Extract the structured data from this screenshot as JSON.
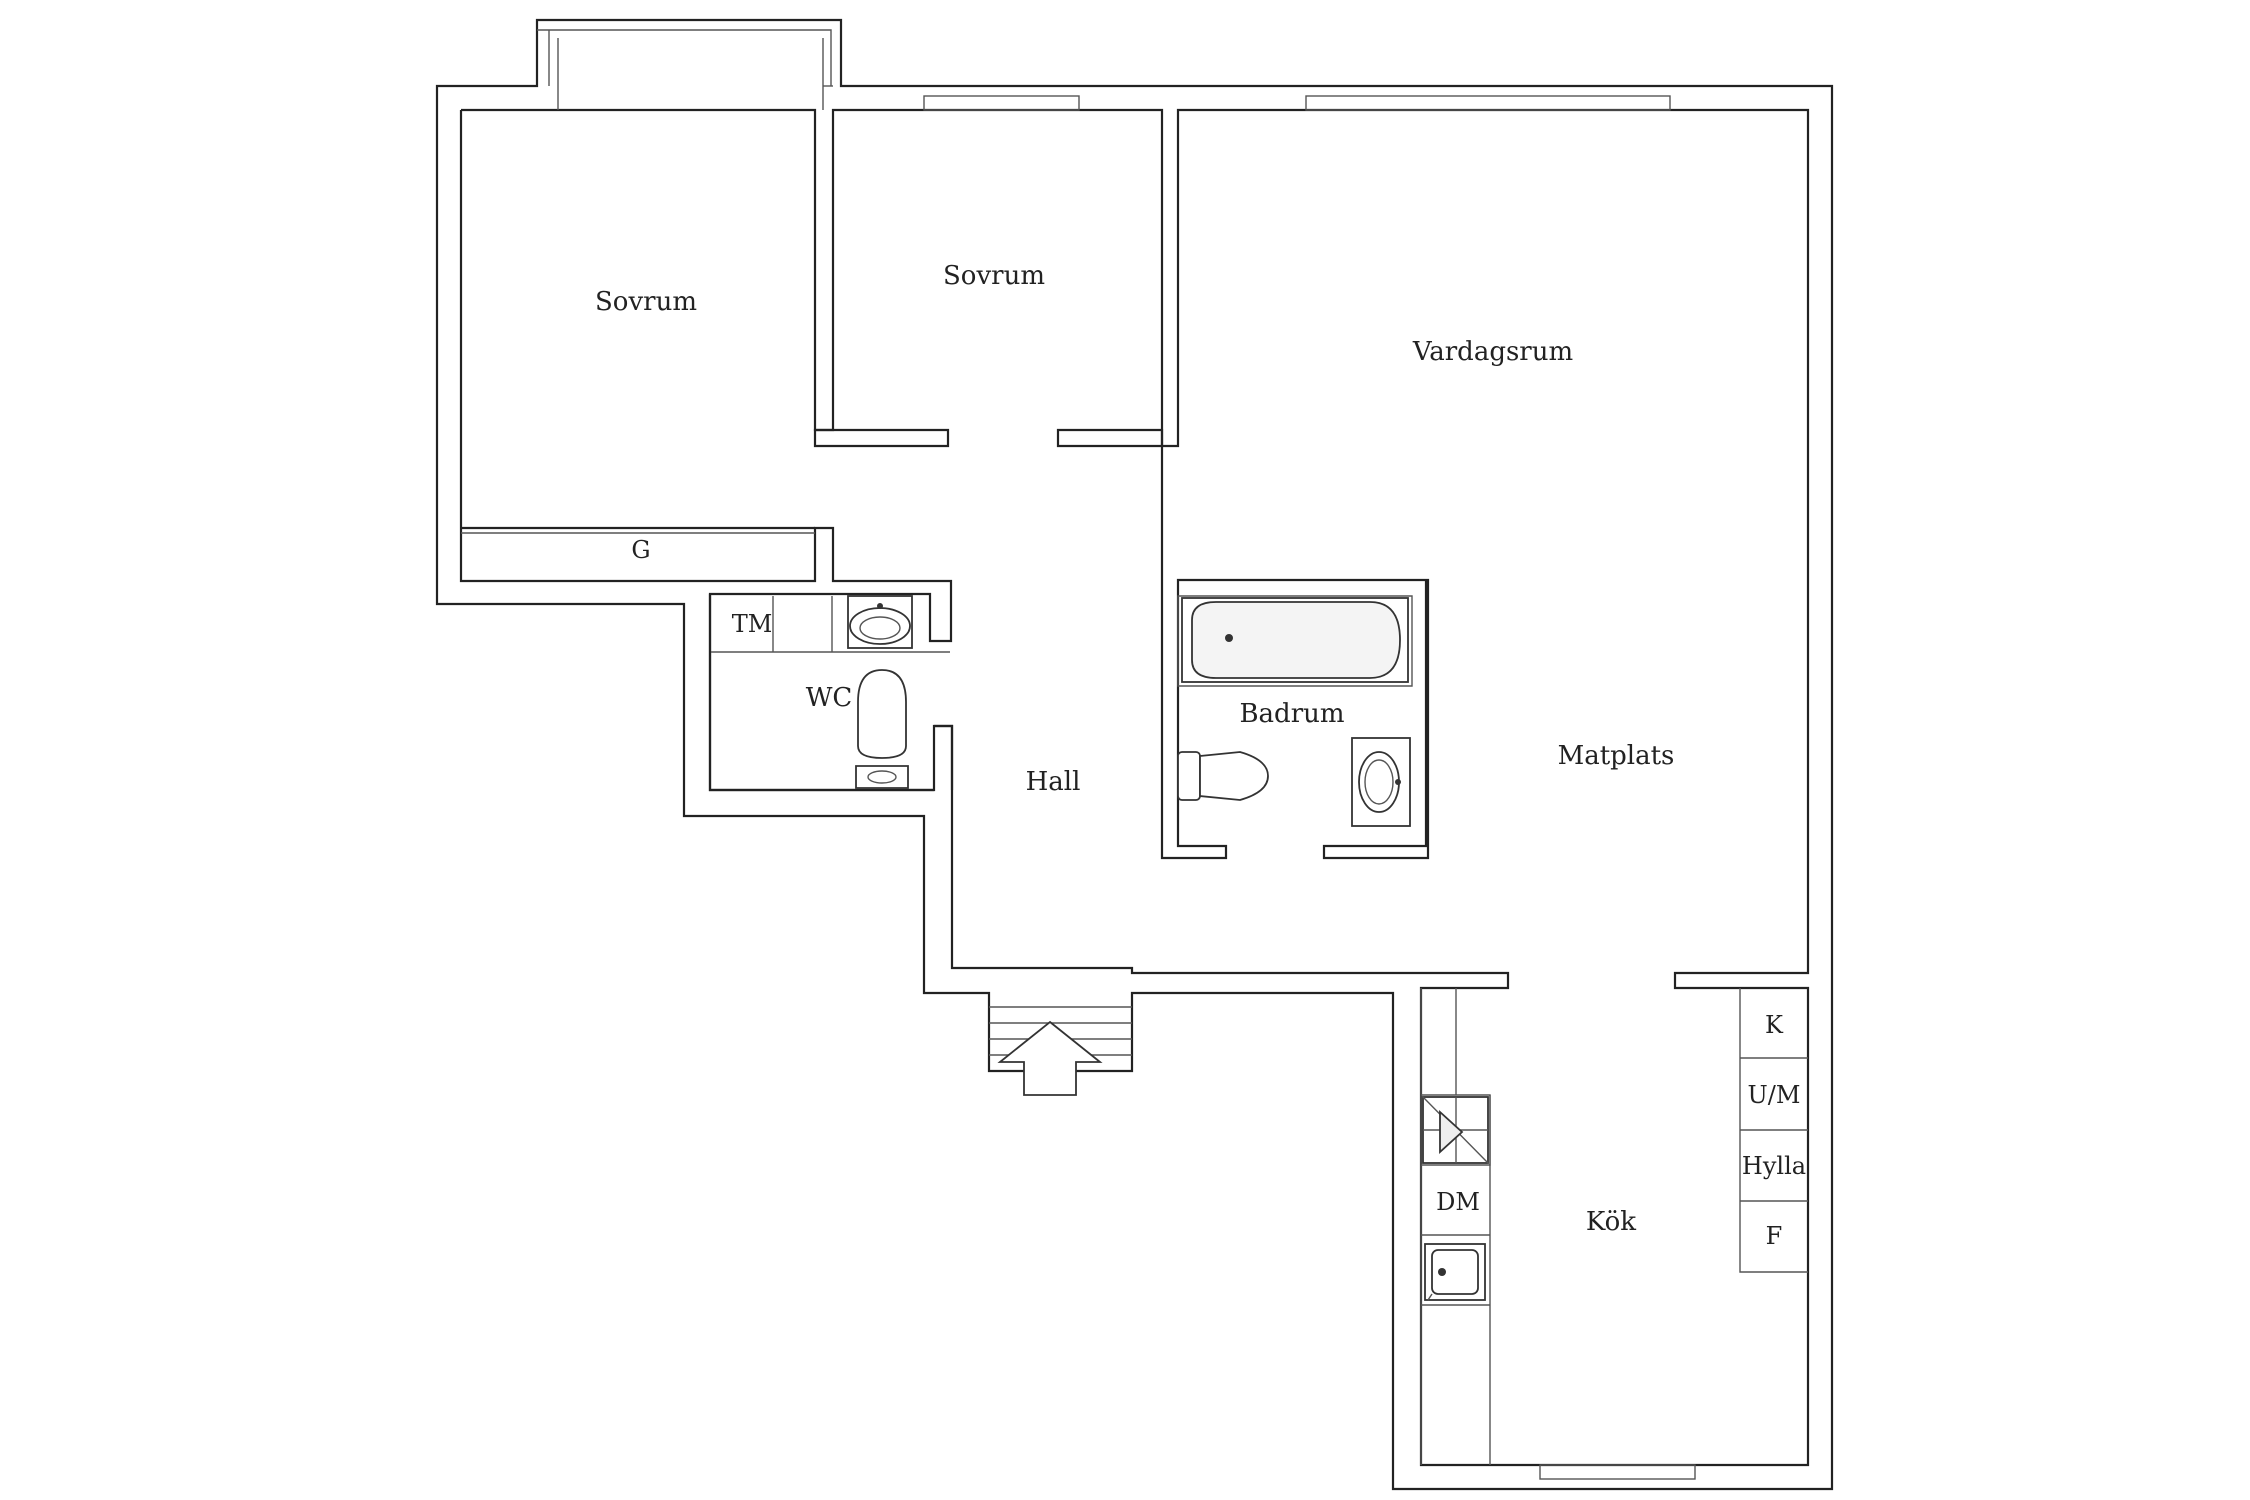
{
  "rooms": {
    "bedroom_1": "Sovrum",
    "bedroom_2": "Sovrum",
    "living_room": "Vardagsrum",
    "closet": "G",
    "laundry": "TM",
    "toilet_room": "WC",
    "hall": "Hall",
    "bathroom": "Badrum",
    "dining": "Matplats",
    "kitchen": "Kök"
  },
  "kitchen_units": {
    "k": "K",
    "um": "U/M",
    "shelf": "Hylla",
    "fridge": "F",
    "dishwasher": "DM"
  },
  "colors": {
    "wall": "#222222",
    "background": "#ffffff"
  },
  "icons": [
    "toilet-icon",
    "washbasin-icon",
    "bathtub-icon",
    "kitchen-sink-icon",
    "stove-icon",
    "entrance-arrow-icon"
  ]
}
